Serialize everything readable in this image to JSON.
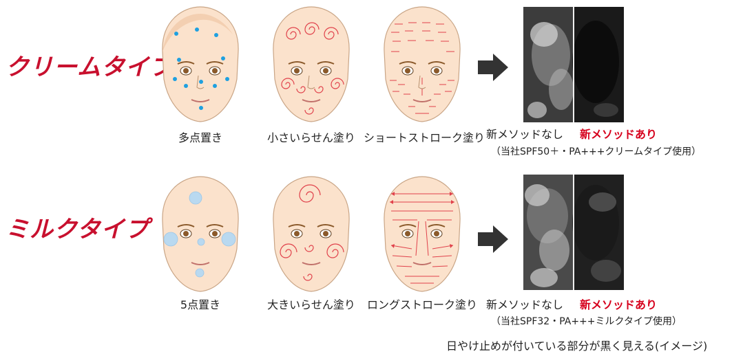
{
  "rows": [
    {
      "title": "クリームタイプ",
      "methods": [
        "多点置き",
        "小さいらせん塗り",
        "ショートストローク塗り"
      ],
      "before_label": "新メソッドなし",
      "after_label": "新メソッドあり",
      "note": "（当社SPF50＋・PA+++クリームタイプ使用）"
    },
    {
      "title": "ミルクタイプ",
      "methods": [
        "5点置き",
        "大きいらせん塗り",
        "ロングストローク塗り"
      ],
      "before_label": "新メソッドなし",
      "after_label": "新メソッドあり",
      "note": "（当社SPF32・PA+++ミルクタイプ使用）"
    }
  ],
  "footer": "日やけ止めが付いている部分が黒く見える(イメージ)",
  "colors": {
    "title": "#c8102e",
    "after_label": "#d6001c",
    "dots_cream": "#1ea0e0",
    "dots_milk": "#b9d9f0",
    "strokes": "#e0404a"
  }
}
